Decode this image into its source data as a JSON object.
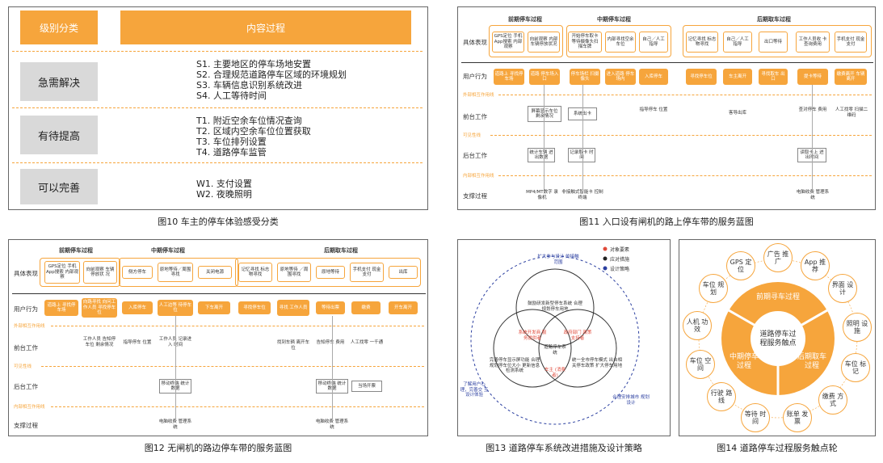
{
  "fig10": {
    "header_category": "级别分类",
    "header_content": "内容过程",
    "rows": [
      {
        "category": "急需解决",
        "items": [
          "S1. 主要地区的停车场地安置",
          "S2. 合理规范道路停车区域的环境规划",
          "S3. 车辆信息识别系统改进",
          "S4. 人工等待时间"
        ]
      },
      {
        "category": "有待提高",
        "items": [
          "T1. 附近空余车位情况查询",
          "T2. 区域内空余车位位置获取",
          "T3. 车位排列设置",
          "T4. 道路停车监管"
        ]
      },
      {
        "category": "可以完善",
        "items": [
          "W1. 支付设置",
          "W2. 夜晚照明"
        ]
      }
    ],
    "caption": "图10 车主的停车体验感受分类"
  },
  "fig11": {
    "phases": [
      "前期停车过程",
      "中期停车过程",
      "后期取车过程"
    ],
    "row_labels": [
      "具体表现",
      "用户行为",
      "前台工作",
      "后台工作",
      "支撑过程"
    ],
    "line_labels": [
      "外部相互作用线",
      "可见性线",
      "内部相互作用线"
    ],
    "behaviors": [
      "GPS定位 手机App搜索 内部观察",
      "向前观察 内部车辆停放状况",
      "开始停车取卡 等待摄像头扫 描车牌",
      "内部寻找空余车位",
      "自己／人工 指导",
      "记忆寻找 标志物寻找",
      "自己／人工 指导",
      "出口等待",
      "工作人员收 卡查询费用",
      "手机支付 现金支付"
    ],
    "user_actions": [
      "道路上 寻找停车场",
      "道路 停车场入口",
      "停车场栏 扫摄像头",
      "进入道路 停车场内",
      "入库停车",
      "寻找停车位",
      "车主离开",
      "寻找取车 出口",
      "提卡等待",
      "缴费离开 车辆离开"
    ],
    "front_stage": [
      "屏幕显示车位 剩余情况",
      "系统出卡",
      "指导停车 位置",
      "客导出库",
      "查对停车 费用",
      "人工找零 扫描二维码"
    ],
    "back_stage": [
      "统计车辆 进出数据",
      "记录取卡 时间",
      "读取卡上 进出时间"
    ],
    "support": [
      "MP4/MT数字 录像机",
      "非接触式智能卡 控制终端",
      "电脑收费 管理系统"
    ],
    "caption": "图11 入口设有闸机的路上停车带的服务蓝图"
  },
  "fig12": {
    "phases": [
      "前期停车过程",
      "中期停车过程",
      "后期取车过程"
    ],
    "row_labels": [
      "具体表现",
      "用户行为",
      "前台工作",
      "后台工作",
      "支撑过程"
    ],
    "line_labels": [
      "外部相互作用线",
      "可见性线",
      "内部相互作用线"
    ],
    "behaviors": [
      "GPS定位 手机App搜索 内部观察",
      "向前观察 车辆停放状 况",
      "侧方停车",
      "原地等待／周围寻找",
      "关闭电源",
      "记忆寻找 标志物寻找",
      "原地等待 ／周围寻找",
      "原地等待",
      "手机支付 现金支付",
      "出库"
    ],
    "user_actions": [
      "道路上 寻找停车场",
      "向路寻找 向问工作人员 寻找停车位",
      "入库停车",
      "人工边等 待停车位",
      "下车离开",
      "寻找停车位",
      "寻找 工作人员",
      "等待出票",
      "缴费",
      "开车离开"
    ],
    "front_stage": [
      "工作人员 告知停车位 剩余情况",
      "指导停车 位置",
      "工作人员 记录进入 时间",
      "找到车辆 离开车位",
      "告知停车 费用",
      "人工找零 一千通"
    ],
    "back_stage": [
      "移动终端 统计数据",
      "移动终端 统计数据",
      "当场开票"
    ],
    "support": [
      "电脑收费 管理系统",
      "电脑收费 管理系统"
    ],
    "caption": "图12 无闸机的路边停车带的服务蓝图"
  },
  "fig13": {
    "legend": [
      "对象要素",
      "应对措施",
      "设计策略"
    ],
    "top_circle": "鼓励研发新型停车系统 合理规划停车用地",
    "left_circle": "完善停车显示屏功能 合理规划停车位大小 更新信息检测系统",
    "right_circle": "统一全市停车模式 出台相关停车政策 扩大停车用地",
    "overlap_top_left": "系统开发商 服务提供者",
    "overlap_top_right": "政府部门 政策支持者",
    "center": "道路停车系统",
    "bottom_center": "车主 (消费者)",
    "arc_top": "扩大参与设计 的接触范围",
    "arc_left": "了解用户心 理，完善交 互设计体验",
    "arc_right": "合理安排城市 规划设计",
    "caption": "图13 道路停车系统改进措施及设计策略"
  },
  "fig14": {
    "center": "道路停车过 程服务触点",
    "segments": [
      "前期寻车过程",
      "中期停车 过程",
      "后期取车 过程"
    ],
    "touchpoints": [
      "GPS 定位",
      "广告 推广",
      "App 推荐",
      "界面 设计",
      "照明 设施",
      "车位 标记",
      "缴费 方式",
      "账单 发票",
      "等待 时间",
      "行驶 路线",
      "车位 空间",
      "人机 功效",
      "车位 规划"
    ],
    "caption": "图14 道路停车过程服务触点轮"
  },
  "colors": {
    "accent": "#f6a53c",
    "gray": "#d9d9d9",
    "blue": "#2b3fa0",
    "red": "#e04a3a"
  }
}
